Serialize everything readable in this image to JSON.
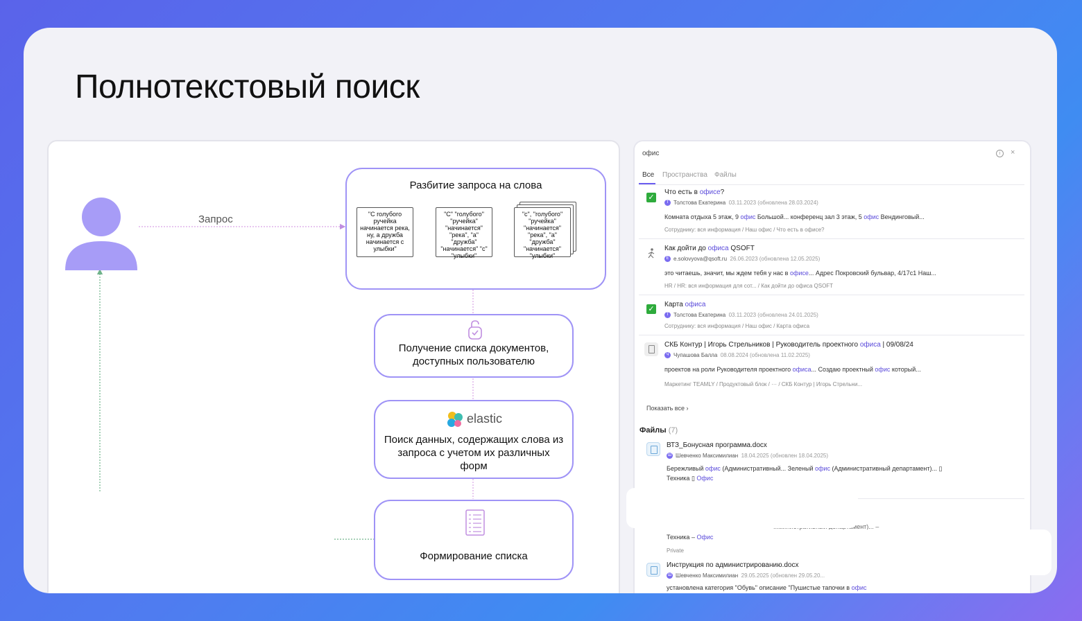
{
  "title": "Полнотекстовый поиск",
  "diagram": {
    "request_label": "Запрос",
    "split_box_title": "Разбитие запроса на слова",
    "split_step1": "\"С голубого ручейка начинается река, ну, а дружба начинается с улыбки\"",
    "split_step2": "\"С\" \"голубого\" \"ручейка\" \"начинается\" \"река\", \"а\" \"дружба\" \"начинается\" \"с\" \"улыбки\"",
    "split_step3": "\"с\", \"голубого\" \"ручейка\" \"начинается\" \"река\", \"а\" \"дружба\" \"начинается\" \"улыбки\"",
    "access_box_text": "Получение списка документов, доступных пользователю",
    "elastic_logo_text": "elastic",
    "search_box_text": "Поиск данных, содержащих слова из запроса с учетом их различных форм",
    "list_box_text": "Формирование списка"
  },
  "search_panel": {
    "query": "офис",
    "tabs": [
      "Все",
      "Пространства",
      "Файлы"
    ],
    "results": [
      {
        "title_pre": "Что есть в ",
        "title_hl": "офисе",
        "title_post": "?",
        "author": "Толстова Екатерина",
        "date": "03.11.2023 (обновлена 28.03.2024)",
        "snippet_parts": [
          "Комната отдыха 5 этаж, 9 ",
          "офис",
          " Большой... конференц зал 3 этаж, 5 ",
          "офис",
          " Вендинговый..."
        ],
        "crumbs": "Сотруднику: вся информация  /  Наш офис  /  Что есть в офисе?"
      },
      {
        "title_pre": "Как дойти до ",
        "title_hl": "офиса",
        "title_post": " QSOFT",
        "author": "e.solovyova@qsoft.ru",
        "date": "26.06.2023 (обновлена 12.05.2025)",
        "snippet_parts": [
          "это читаешь, значит, мы ждем тебя у нас в ",
          "офисе",
          "... Адрес Покровский бульвар, 4/17с1 Наш..."
        ],
        "crumbs": "HR  /  HR: вся информация для сот...  /  Как дойти до офиса QSOFT"
      },
      {
        "title_pre": "Карта ",
        "title_hl": "офиса",
        "title_post": "",
        "author": "Толстова Екатерина",
        "date": "03.11.2023 (обновлена 24.01.2025)",
        "snippet_parts": [],
        "crumbs": "Сотруднику: вся информация  /  Наш офис  /  Карта офиса"
      },
      {
        "title_pre": "СКБ Контур | Игорь Стрельников | Руководитель проектного ",
        "title_hl": "офиса",
        "title_post": " | 09/08/24",
        "author": "Чупашова Балла",
        "date": "08.08.2024 (обновлена 11.02.2025)",
        "snippet_parts": [
          "проектов на роли Руководителя проектного ",
          "офиса",
          "... Создаю проектный ",
          "офис",
          " который..."
        ],
        "crumbs": "Маркетинг TEAMLY  /  Продуктовый блок  /  ···  /  СКБ Контур | Игорь Стрельни..."
      }
    ],
    "show_all": "Показать все",
    "files_label": "Файлы",
    "files_count": "(7)",
    "files": [
      {
        "name": "ВТЗ_Бонусная программа.docx",
        "author": "Шевченко Максимилиан",
        "date": "18.04.2025 (обновлен 18.04.2025)",
        "snip1_parts": [
          "Бережливый ",
          "офис",
          " (Административный... Зеленый ",
          "офис",
          " (Административный департамент)... ▯"
        ],
        "snip2_parts": [
          "Техника ▯ ",
          "Офис"
        ]
      },
      {
        "name": "",
        "author": "",
        "date": "",
        "snip1_parts": [
          "...министративный департамент)... –"
        ],
        "snip2_parts": [
          "Техника – ",
          "Офис"
        ],
        "extra": "Private"
      },
      {
        "name": "Инструкция по администрированию.docx",
        "author": "Шевченко Максимилиан",
        "date": "29.05.2025 (обновлен 29.05.20...",
        "snip1_parts": [
          "установлена категория \"Обувь\" описание \"Пушистые тапочки в ",
          "офис"
        ]
      }
    ]
  },
  "colors": {
    "accent": "#9f93f6",
    "highlight": "#5b4bdb",
    "check": "#2eab3c"
  }
}
